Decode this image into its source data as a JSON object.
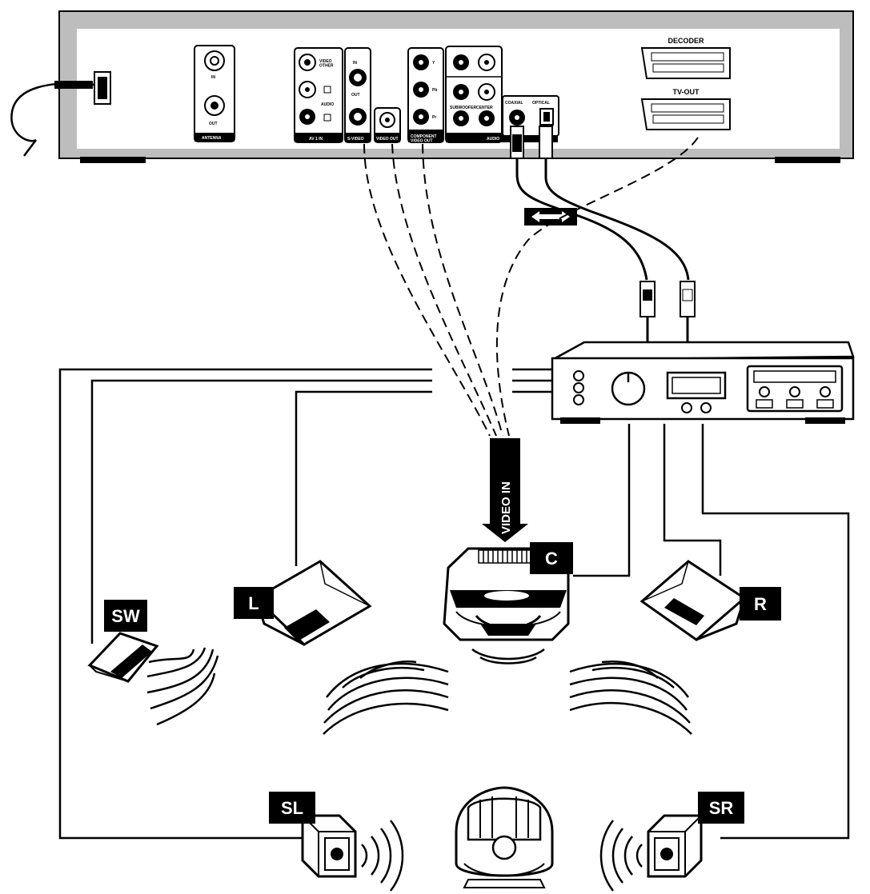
{
  "player_panel": {
    "power_label": "",
    "antenna": {
      "in": "IN",
      "out": "OUT",
      "title": "ANTENNA"
    },
    "av1": {
      "video_label": "VIDEO\nOTHER",
      "audio_label": "AUDIO",
      "title": "AV 1 IN"
    },
    "svideo": {
      "in": "IN",
      "out": "OUT",
      "title": "S-VIDEO"
    },
    "video_out": "VIDEO OUT",
    "component": {
      "y": "Y",
      "pb": "Pb",
      "pr": "Pr",
      "title": "COMPONENT\nVIDEO OUT"
    },
    "audio": {
      "sub": "SUBWOOFER",
      "center": "CENTER",
      "title": "AUDIO"
    },
    "digital": {
      "coaxial": "COAXIAL",
      "optical": "OPTICAL"
    },
    "decoder": "DECODER",
    "tvout": "TV-OUT"
  },
  "video_in_label": "VIDEO IN",
  "speakers": {
    "sw": "SW",
    "l": "L",
    "c": "C",
    "r": "R",
    "sl": "SL",
    "sr": "SR"
  }
}
